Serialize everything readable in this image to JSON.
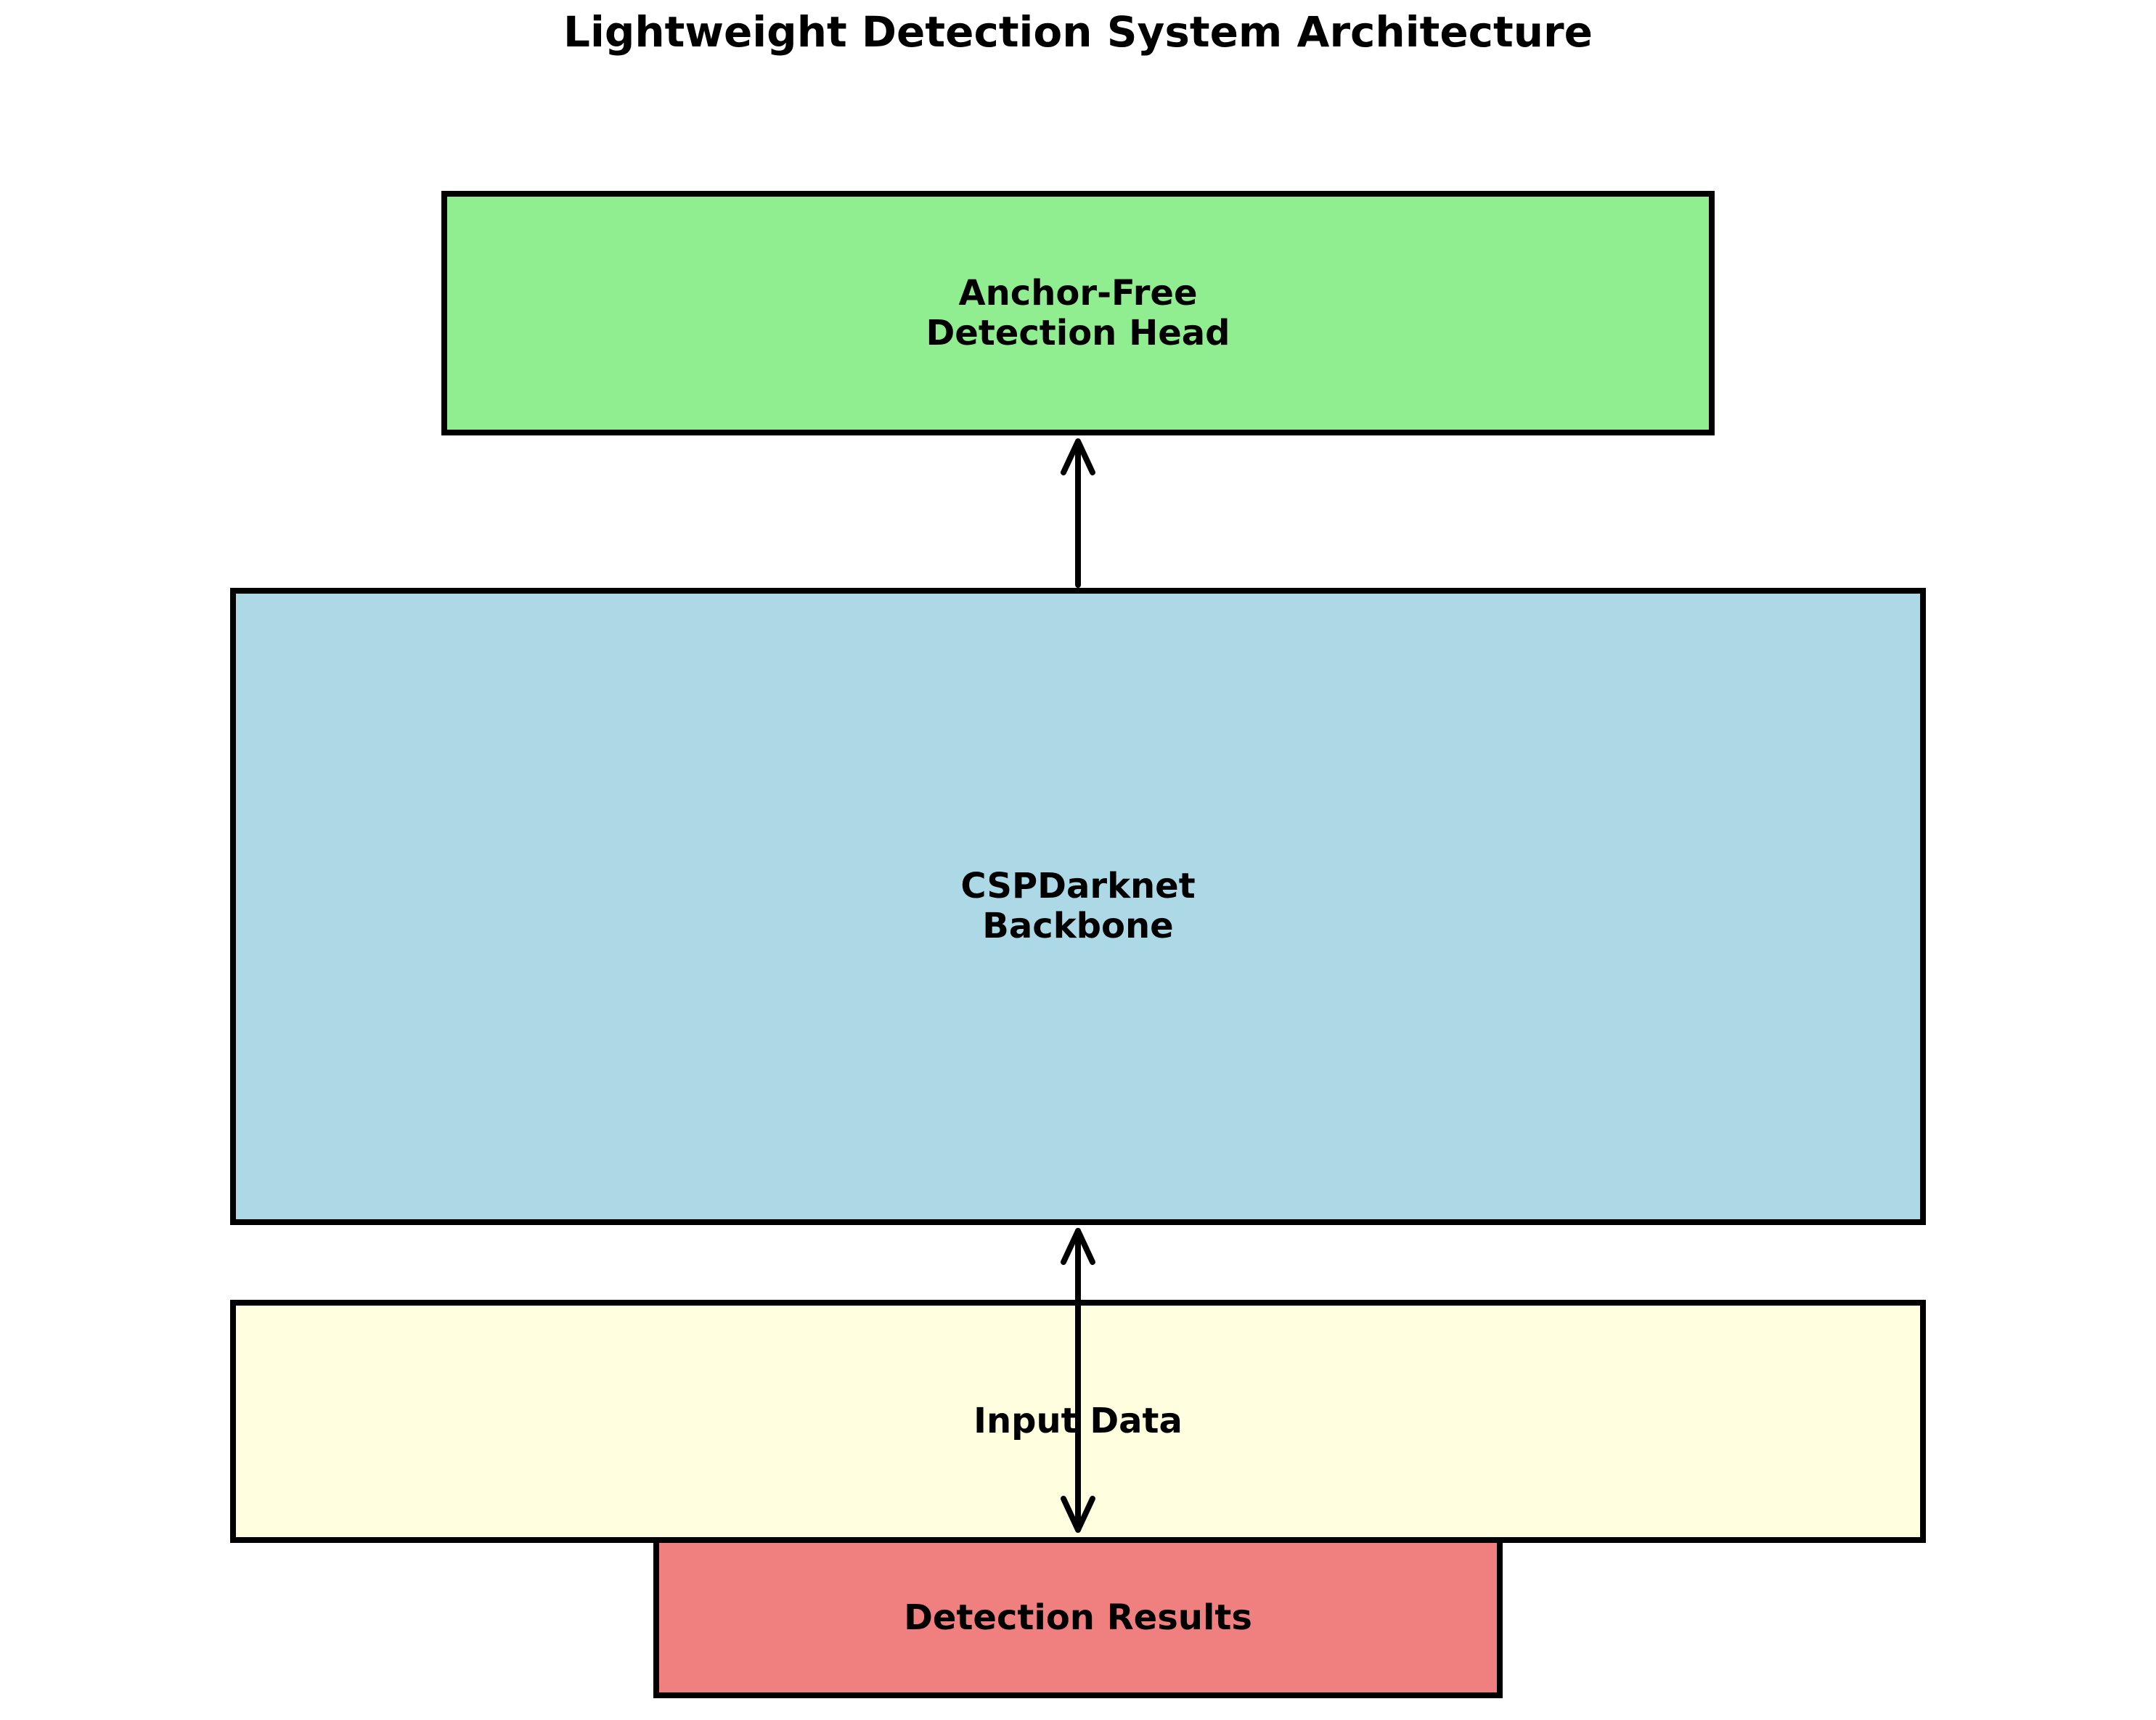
{
  "title": "Lightweight Detection System Architecture",
  "colors": {
    "background": "#FFFFFF",
    "border": "#000000",
    "text": "#000000",
    "arrow": "#000000",
    "detection_head_fill": "#90EE90",
    "backbone_fill": "#ADD8E6",
    "input_data_fill": "#FFFFE0",
    "detection_results_fill": "#F08080"
  },
  "boxes": {
    "detection_head": {
      "lines": [
        "Anchor-Free",
        "Detection Head"
      ],
      "fill": "#90EE90"
    },
    "backbone": {
      "lines": [
        "CSPDarknet",
        "Backbone"
      ],
      "fill": "#ADD8E6"
    },
    "input_data": {
      "lines": [
        "Input Data"
      ],
      "fill": "#FFFFE0"
    },
    "detection_results": {
      "lines": [
        "Detection Results"
      ],
      "fill": "#F08080"
    }
  },
  "arrows": [
    {
      "id": "backbone-to-head",
      "direction": "up"
    },
    {
      "id": "backbone-to-results",
      "direction": "both"
    }
  ]
}
